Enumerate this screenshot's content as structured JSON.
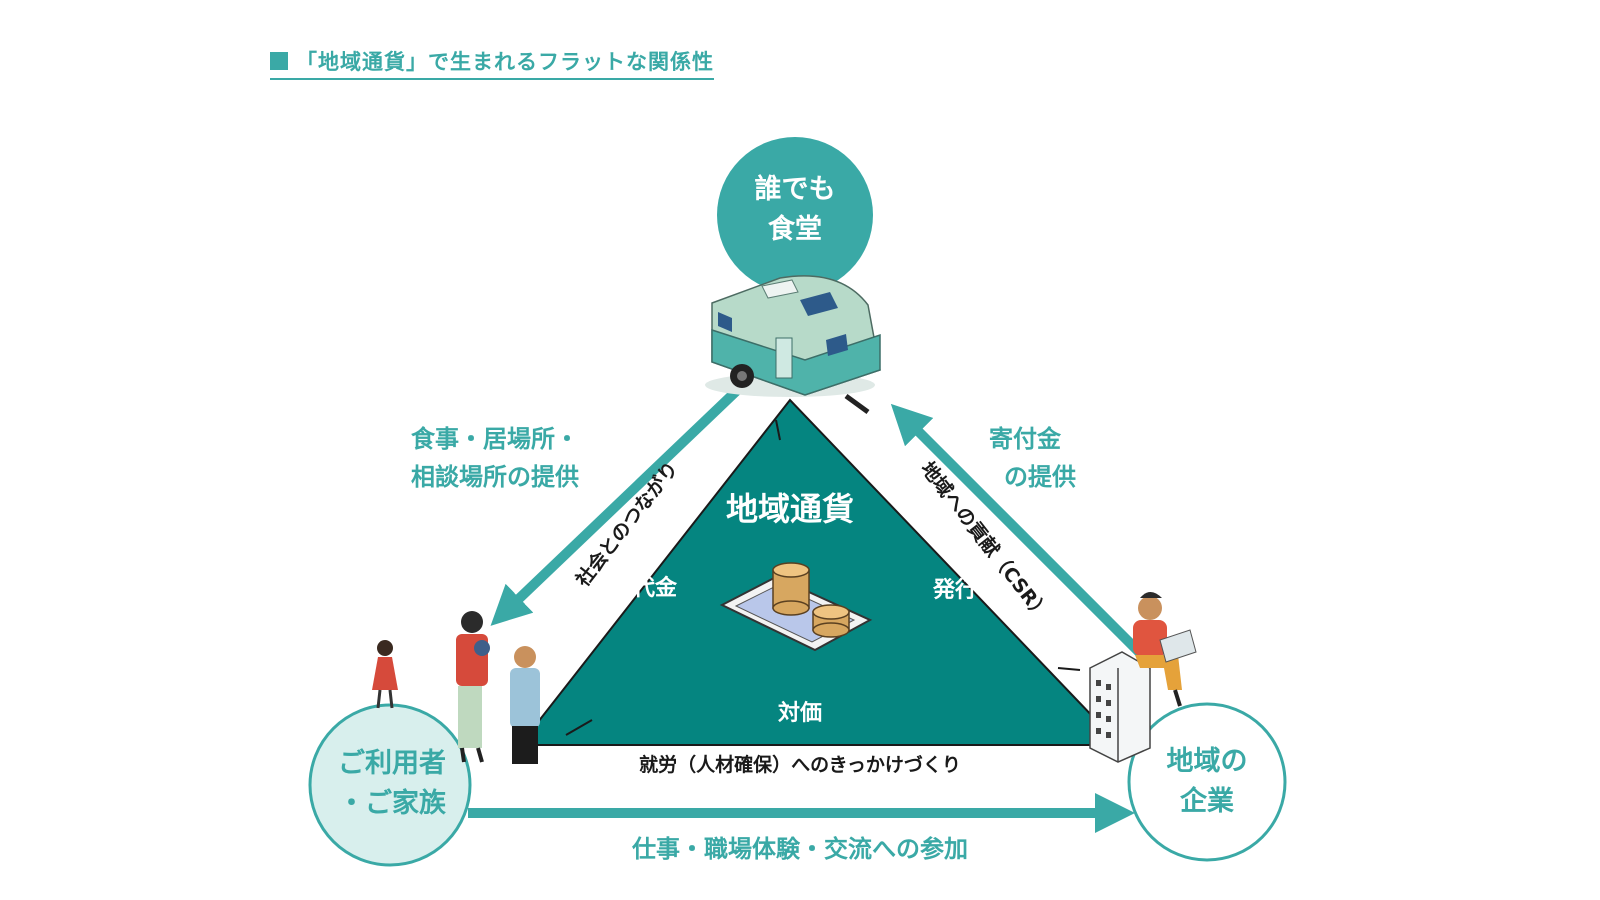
{
  "heading": {
    "title": "「地域通貨」で生まれるフラットな関係性"
  },
  "nodes": {
    "top": {
      "line1": "誰でも",
      "line2": "食堂"
    },
    "left": {
      "line1": "ご利用者",
      "line2": "・ご家族"
    },
    "right": {
      "line1": "地域の",
      "line2": "企業"
    }
  },
  "center": {
    "title": "地域通貨",
    "label_left": "代金",
    "label_right": "発行",
    "label_bottom": "対価"
  },
  "edges": {
    "left_edge": "社会とのつながり",
    "right_edge": "地域への貢献（CSR）",
    "bottom_edge": "就労（人材確保）へのきっかけづくり"
  },
  "flows": {
    "left_line1": "食事・居場所・",
    "left_line2": "相談場所の提供",
    "right_line1": "寄付金",
    "right_line2": "の提供",
    "bottom": "仕事・職場体験・交流への参加"
  },
  "colors": {
    "teal": "#3aa9a6",
    "dark_teal": "#058580",
    "circle_light": "#d8efed",
    "white": "#ffffff"
  },
  "icons": {
    "caravan": "caravan-icon",
    "coins": "coins-on-phone-icon",
    "family": "family-people-icon",
    "worker": "worker-with-laptop-icon",
    "building": "office-building-icon"
  }
}
